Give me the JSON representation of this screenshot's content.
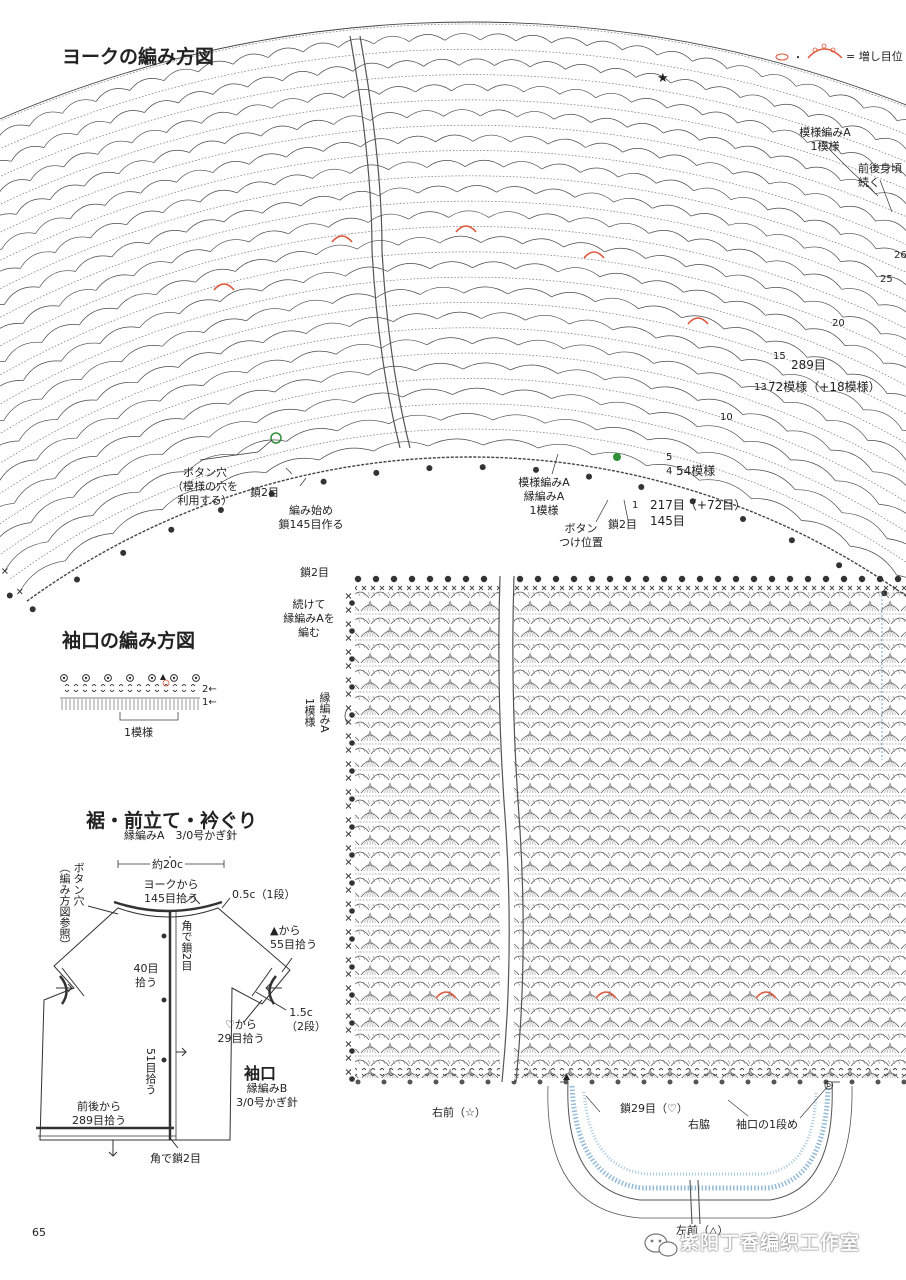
{
  "titles": {
    "yoke": "ヨークの編み方図",
    "cuff": "袖口の編み方図",
    "hem": "裾・前立て・衿ぐり"
  },
  "legend": {
    "text": "= 増し目位"
  },
  "yoke_labels": {
    "pattern_a": "模様編みA",
    "one_pattern": "1模様",
    "continue_1": "前後身頃",
    "continue_2": "続く",
    "row_26": "26",
    "row_25": "25",
    "row_20": "20",
    "row_15": "15",
    "count_289": "289目",
    "row_13": "13",
    "count_72": "72模様（+18模様）",
    "row_10": "10",
    "row_5": "5",
    "row_4": "4",
    "count_54": "54模様",
    "row_1": "1",
    "count_217": "217目（+72目）",
    "count_145": "145目",
    "buttonhole_1": "ボタン穴",
    "buttonhole_2": "（模様の穴を",
    "buttonhole_3": "利用する）",
    "chain2_a": "鎖2目",
    "start_1": "編み始め",
    "start_2": "鎖145目作る",
    "mid_1": "模様編みA",
    "mid_2": "縁編みA",
    "mid_3": "1模様",
    "btn_pos_1": "ボタン",
    "btn_pos_2": "つけ位置",
    "chain2_b": "鎖2目"
  },
  "body_labels": {
    "chain2_top": "鎖2目",
    "cont_1": "続けて",
    "cont_2": "縁編みAを",
    "cont_3": "編む",
    "edging_a": "縁編みA",
    "one_pat": "1模様",
    "right_front": "右前（☆）",
    "chain29": "鎖29目（♡）",
    "right_side": "右脇",
    "cuff_row1": "袖口の1段め",
    "left_front": "左前（△）"
  },
  "cuff_labels": {
    "row2": "2←",
    "row1": "1←",
    "one_pattern": "1模様"
  },
  "hem_labels": {
    "sub": "縁編みA　3/0号かぎ針",
    "about20": "約20c",
    "buttonhole_v": "ボタン穴",
    "buttonhole_ref": "（編み方図参照）",
    "from_yoke_1": "ヨークから",
    "from_yoke_2": "145目拾う",
    "half_c": "0.5c（1段）",
    "corner_chain_v": "角で鎖2目",
    "forty_1": "40目",
    "forty_2": "拾う",
    "tri_from": "▲から",
    "tri_55": "55目拾う",
    "one_half_c": "1.5c",
    "two_rows": "（2段）",
    "heart_from": "♡から",
    "heart_29": "29目拾う",
    "fifty_one_v": "51目拾う",
    "cuff_title": "袖口",
    "cuff_edging": "縁編みB",
    "cuff_hook": "3/0号かぎ針",
    "front_back_1": "前後から",
    "front_back_2": "289目拾う",
    "corner_chain": "角で鎖2目"
  },
  "footer": {
    "page": "65",
    "watermark": "紫阳丁香编织工作室"
  },
  "colors": {
    "line": "#4a4a4a",
    "accent": "#e0553a",
    "green": "#2f8f3a",
    "blue": "#6fa3c8"
  }
}
